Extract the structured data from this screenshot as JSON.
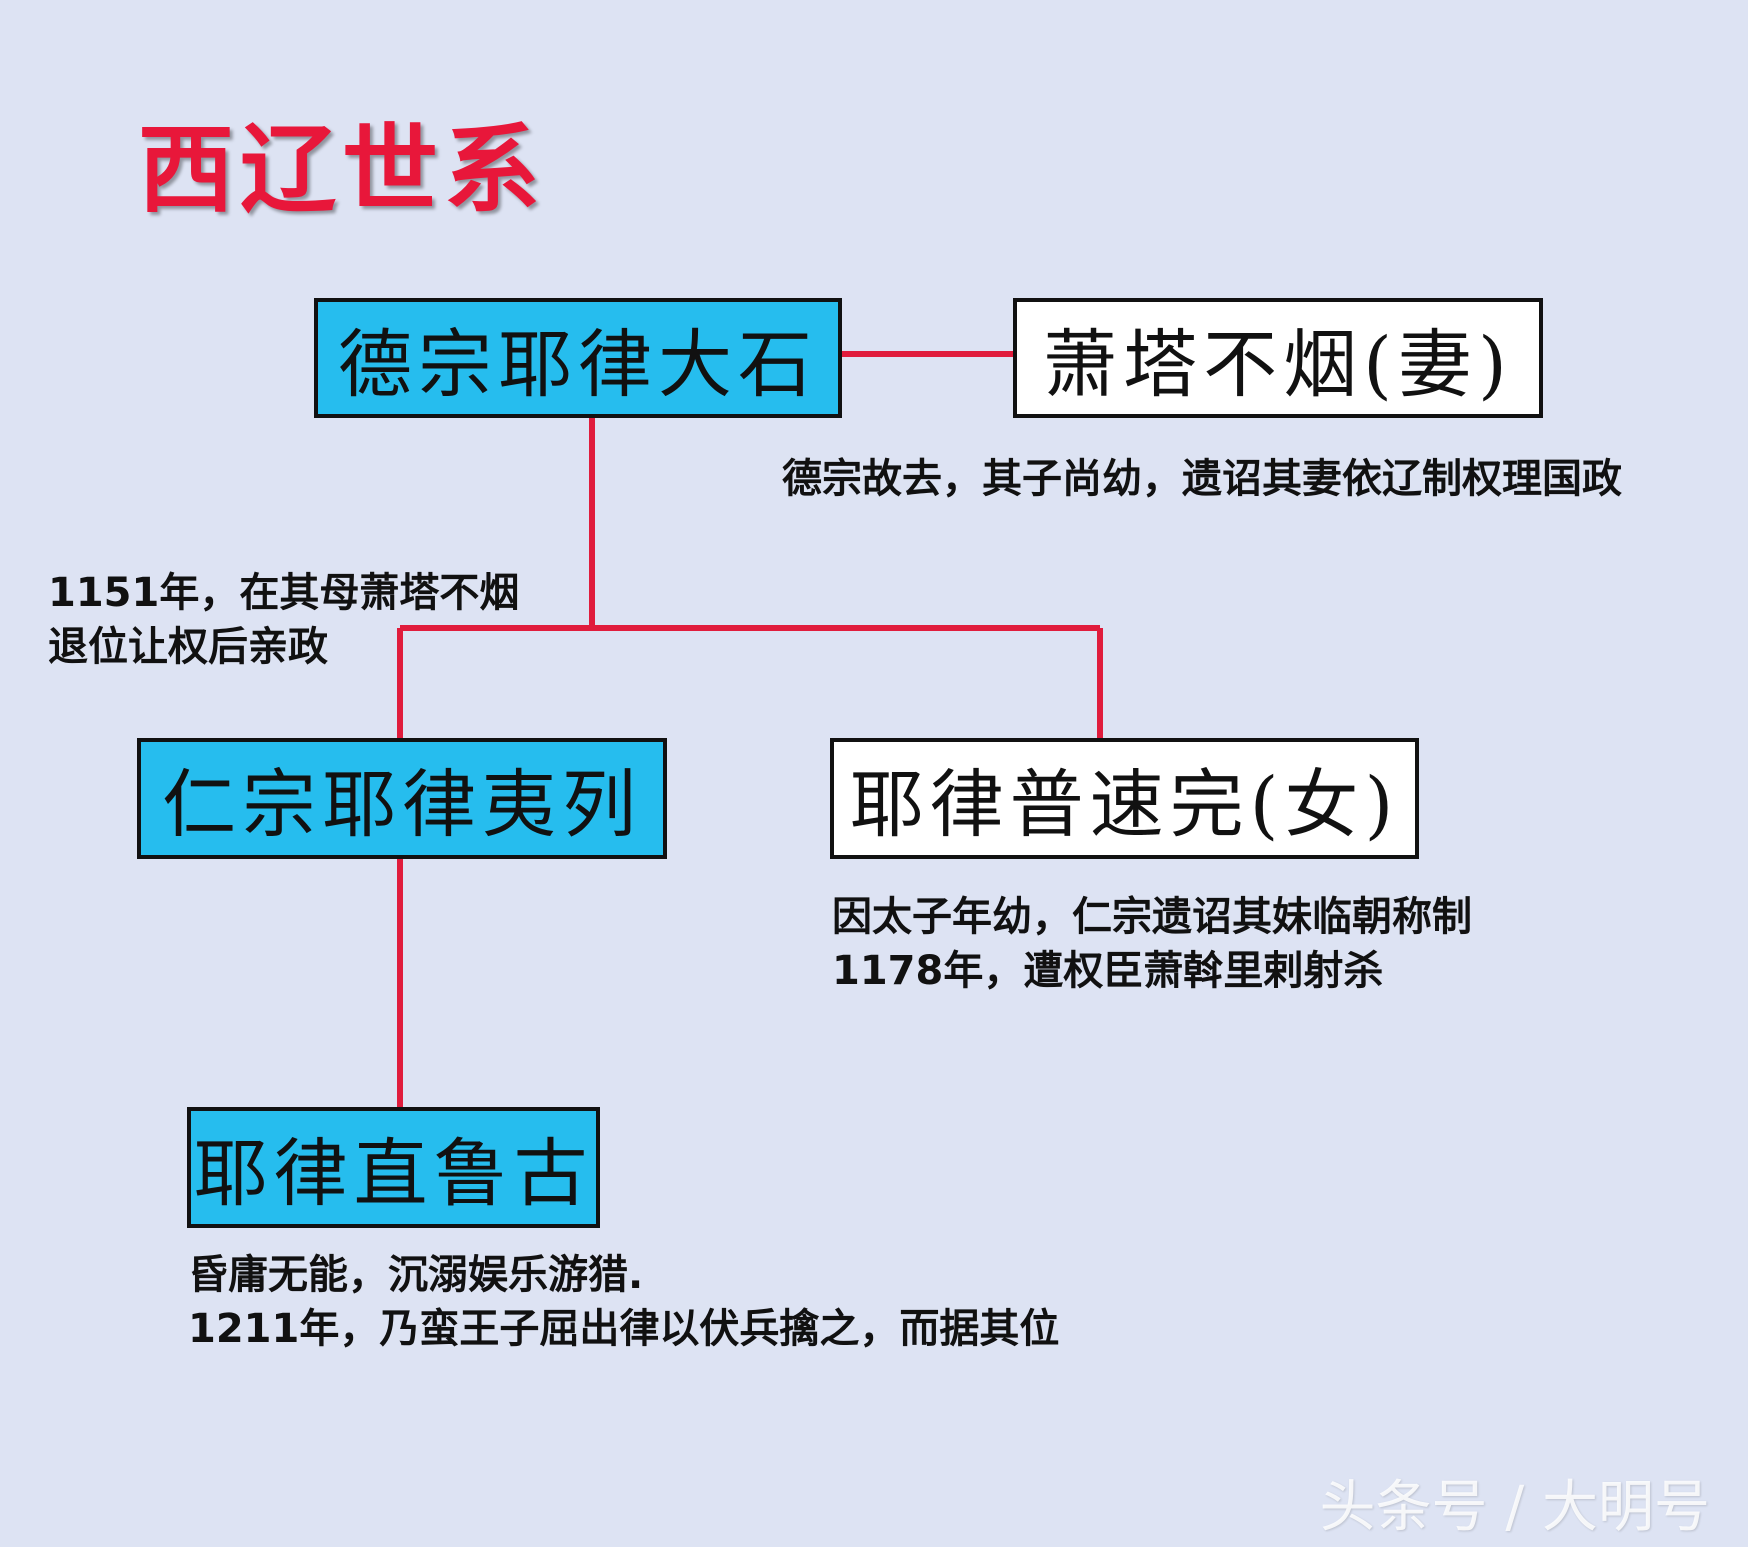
{
  "title": "西辽世系",
  "colors": {
    "background": "#dde3f3",
    "title": "#e8173a",
    "ruler_box": "#26bdee",
    "other_box": "#ffffff",
    "connector": "#e01c3c"
  },
  "nodes": {
    "dezong": "德宗耶律大石",
    "xiaotabuyan": "萧塔不烟(妻)",
    "renzong": "仁宗耶律夷列",
    "pusuwan": "耶律普速完(女)",
    "zhilugu": "耶律直鲁古"
  },
  "notes": {
    "regency": "德宗故去，其子尚幼，遗诏其妻依辽制权理国政",
    "renzong_rule": [
      "1151年，在其母萧塔不烟",
      "退位让权后亲政"
    ],
    "pusuwan_rule": [
      "因太子年幼，仁宗遗诏其妹临朝称制",
      "1178年，遭权臣萧斡里剌射杀"
    ],
    "zhilugu_rule": [
      "昏庸无能，沉溺娱乐游猎.",
      "1211年，乃蛮王子屈出律以伏兵擒之，而据其位"
    ]
  },
  "watermark": "头条号 / 大明号"
}
